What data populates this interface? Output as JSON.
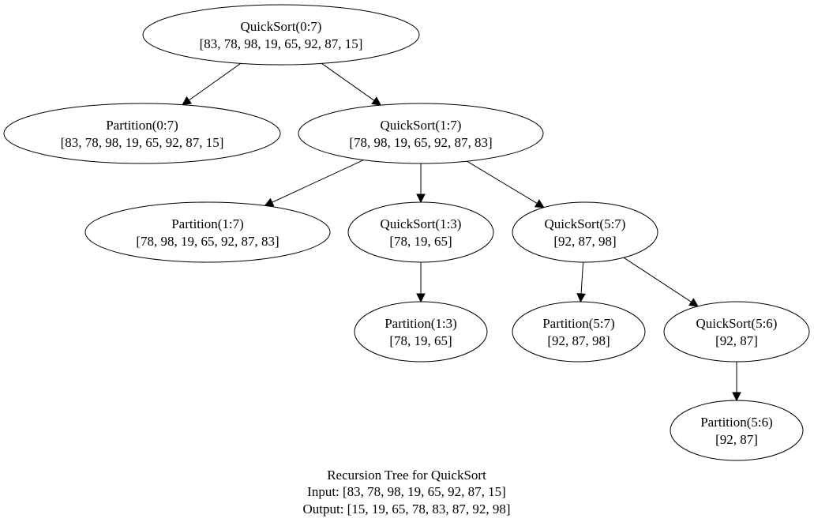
{
  "nodes": [
    {
      "id": "qs_0_7",
      "kind": "quicksort",
      "title": "QuickSort(0:7)",
      "array": "[83, 78, 98, 19, 65, 92, 87, 15]"
    },
    {
      "id": "p_0_7",
      "kind": "partition",
      "title": "Partition(0:7)",
      "array": "[83, 78, 98, 19, 65, 92, 87, 15]"
    },
    {
      "id": "qs_1_7",
      "kind": "quicksort",
      "title": "QuickSort(1:7)",
      "array": "[78, 98, 19, 65, 92, 87, 83]"
    },
    {
      "id": "p_1_7",
      "kind": "partition",
      "title": "Partition(1:7)",
      "array": "[78, 98, 19, 65, 92, 87, 83]"
    },
    {
      "id": "qs_1_3",
      "kind": "quicksort",
      "title": "QuickSort(1:3)",
      "array": "[78, 19, 65]"
    },
    {
      "id": "qs_5_7",
      "kind": "quicksort",
      "title": "QuickSort(5:7)",
      "array": "[92, 87, 98]"
    },
    {
      "id": "p_1_3",
      "kind": "partition",
      "title": "Partition(1:3)",
      "array": "[78, 19, 65]"
    },
    {
      "id": "p_5_7",
      "kind": "partition",
      "title": "Partition(5:7)",
      "array": "[92, 87, 98]"
    },
    {
      "id": "qs_5_6",
      "kind": "quicksort",
      "title": "QuickSort(5:6)",
      "array": "[92, 87]"
    },
    {
      "id": "p_5_6",
      "kind": "partition",
      "title": "Partition(5:6)",
      "array": "[92, 87]"
    }
  ],
  "edges": [
    {
      "from": "qs_0_7",
      "to": "p_0_7"
    },
    {
      "from": "qs_0_7",
      "to": "qs_1_7"
    },
    {
      "from": "qs_1_7",
      "to": "p_1_7"
    },
    {
      "from": "qs_1_7",
      "to": "qs_1_3"
    },
    {
      "from": "qs_1_7",
      "to": "qs_5_7"
    },
    {
      "from": "qs_1_3",
      "to": "p_1_3"
    },
    {
      "from": "qs_5_7",
      "to": "p_5_7"
    },
    {
      "from": "qs_5_7",
      "to": "qs_5_6"
    },
    {
      "from": "qs_5_6",
      "to": "p_5_6"
    }
  ],
  "caption": {
    "title": "Recursion Tree for QuickSort",
    "input": "Input: [83, 78, 98, 19, 65, 92, 87, 15]",
    "output": "Output: [15, 19, 65, 78, 83, 87, 92, 98]"
  },
  "colors": {
    "stroke": "#000000",
    "fill": "#ffffff",
    "text": "#000000"
  }
}
